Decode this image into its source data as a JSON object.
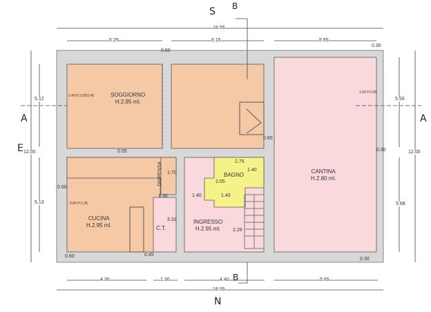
{
  "rooms": {
    "soggiorno": {
      "name": "SOGGIORNO",
      "height": "H.2.95 ml."
    },
    "cucina": {
      "name": "CUCINA",
      "height": "H.2.95 ml."
    },
    "dispensa": {
      "name": "DISPENSA"
    },
    "ct": {
      "name": "C.T."
    },
    "bagno": {
      "name": "BAGNO"
    },
    "ingresso": {
      "name": "INGRESSO",
      "height": "H.2.95 ml."
    },
    "cantina": {
      "name": "CANTINA",
      "height": "H.2.80 ml."
    }
  },
  "dimensions": {
    "top_total": "18.05",
    "top_1": "5.25",
    "top_2": "5.15",
    "top_3": "5.65",
    "bottom_total": "18.05",
    "bottom_1": "4.30",
    "bottom_2": "1.30",
    "bottom_3": "4.40",
    "bottom_4": "5.65",
    "left_1": "5.12",
    "left_total": "12.00",
    "left_2": "5.13",
    "right_1": "5.50",
    "right_total": "12.00",
    "right_2": "5.68",
    "wall_050": "0.50",
    "wall_055": "0.55",
    "wall_060_a": "0.60",
    "wall_060_b": "0.60",
    "wall_060_c": "0.60",
    "wall_045": "0.45",
    "wall_030_a": "0.30",
    "wall_030_b": "0.30",
    "wall_030_c": "0.30",
    "dispensa_170": "1.70",
    "ct_130": "1.30",
    "ct_333": "3.33",
    "bagno_275": "2.75",
    "bagno_140_a": "1.40",
    "bagno_205": "2.05",
    "bagno_140_b": "1.40",
    "ingresso_140": "1.40",
    "stairs_229": "2.29",
    "win_soggiorno_left": "1.40 H.2.00/2.40",
    "win_cantina_right": "1.50 H.0.85",
    "win_cucina_left": "0.80 H.1.35"
  },
  "markers": {
    "section_s": "S",
    "section_b_top": "B",
    "section_b_bottom": "B",
    "section_a_left": "A",
    "section_a_right": "A",
    "east": "E",
    "north": "N"
  },
  "colors": {
    "living": "#f5c9a6",
    "service": "#f9d9dc",
    "bath": "#f6f28a",
    "wall": "#d8d8d8"
  }
}
